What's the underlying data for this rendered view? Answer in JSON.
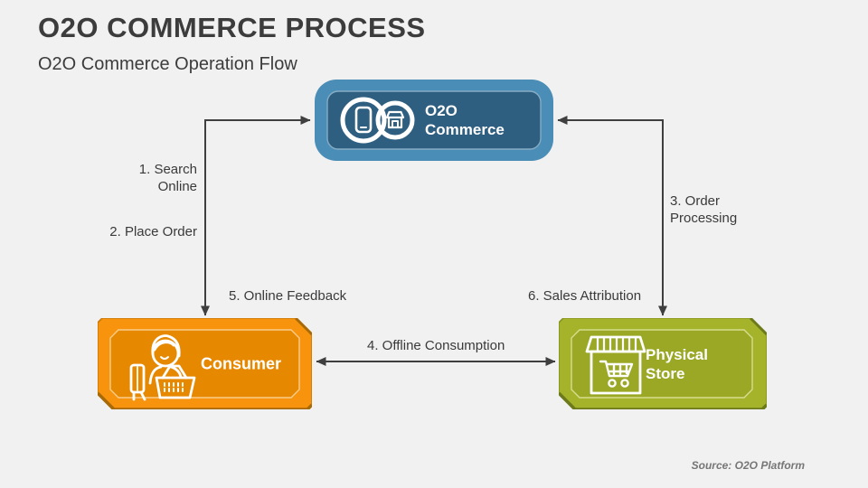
{
  "slide": {
    "title": "O2O COMMERCE PROCESS",
    "subtitle": "O2O Commerce Operation Flow",
    "source_note": "Source: O2O Platform",
    "background_color": "#f1f1f2",
    "text_color": "#3e3e3e"
  },
  "diagram": {
    "nodes": {
      "o2o_commerce": {
        "label": "O2O Commerce",
        "icon": "phone-store-rings-icon",
        "color_outer": "#4A8DB6",
        "color_inner": "#2E5F80"
      },
      "consumer": {
        "label": "Consumer",
        "icon": "shopper-basket-icon",
        "color_outer": "#F7930D",
        "color_inner": "#E68800"
      },
      "physical_store": {
        "label": "Physical Store",
        "icon": "storefront-cart-icon",
        "color_outer": "#A5B32B",
        "color_inner": "#9AA826"
      }
    },
    "flows": {
      "search_online": "1. Search Online",
      "place_order": "2. Place Order",
      "order_processing": "3. Order Processing",
      "offline_consumption": "4. Offline Consumption",
      "online_feedback": "5. Online Feedback",
      "sales_attribution": "6. Sales Attribution"
    },
    "connector_color": "#3f3f3f"
  }
}
